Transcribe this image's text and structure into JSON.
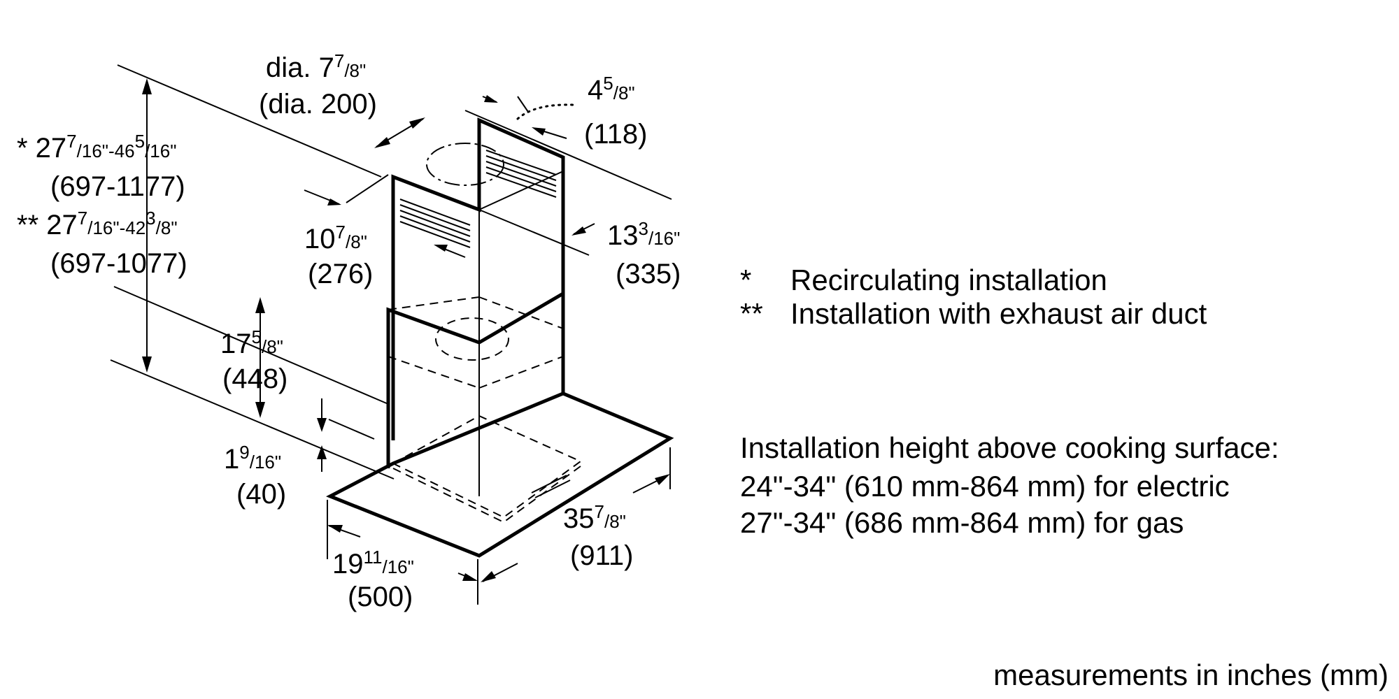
{
  "product": "range hood installation dimensions",
  "dimensions": {
    "duct_diameter": {
      "imperial": "dia. 7",
      "sup": "7",
      "den": "/8\"",
      "metric": "(dia. 200)"
    },
    "duct_offset": {
      "imperial": "4",
      "sup": "5",
      "den": "/8\"",
      "metric": "(118)"
    },
    "chimney_depth": {
      "imperial": "13",
      "sup": "3",
      "den": "/16\"",
      "metric": "(335)"
    },
    "chimney_width": {
      "imperial": "10",
      "sup": "7",
      "den": "/8\"",
      "metric": "(276)"
    },
    "total_height_recirc": {
      "prefix": "* 27",
      "sup1": "7",
      "den1": "/16\"-46",
      "sup2": "5",
      "den2": "/16\"",
      "metric": "(697-1177)"
    },
    "total_height_exhaust": {
      "prefix": "** 27",
      "sup1": "7",
      "den1": "/16\"-42",
      "sup2": "3",
      "den2": "/8\"",
      "metric": "(697-1077)"
    },
    "lower_chimney_height": {
      "imperial": "17",
      "sup": "5",
      "den": "/8\"",
      "metric": "(448)"
    },
    "canopy_thickness": {
      "imperial": "1",
      "sup": "9",
      "den": "/16\"",
      "metric": "(40)"
    },
    "hood_depth": {
      "imperial": "19",
      "sup": "11",
      "den": "/16\"",
      "metric": "(500)"
    },
    "hood_width": {
      "imperial": "35",
      "sup": "7",
      "den": "/8\"",
      "metric": "(911)"
    }
  },
  "legend": [
    {
      "marker": "*",
      "text": "Recirculating installation"
    },
    {
      "marker": "**",
      "text": "Installation with exhaust air duct"
    }
  ],
  "installation_note": {
    "heading": "Installation height above cooking surface:",
    "lines": [
      "24\"-34\" (610 mm-864 mm) for electric",
      "27\"-34\" (686 mm-864 mm) for gas"
    ]
  },
  "units_note": "measurements in inches (mm)"
}
